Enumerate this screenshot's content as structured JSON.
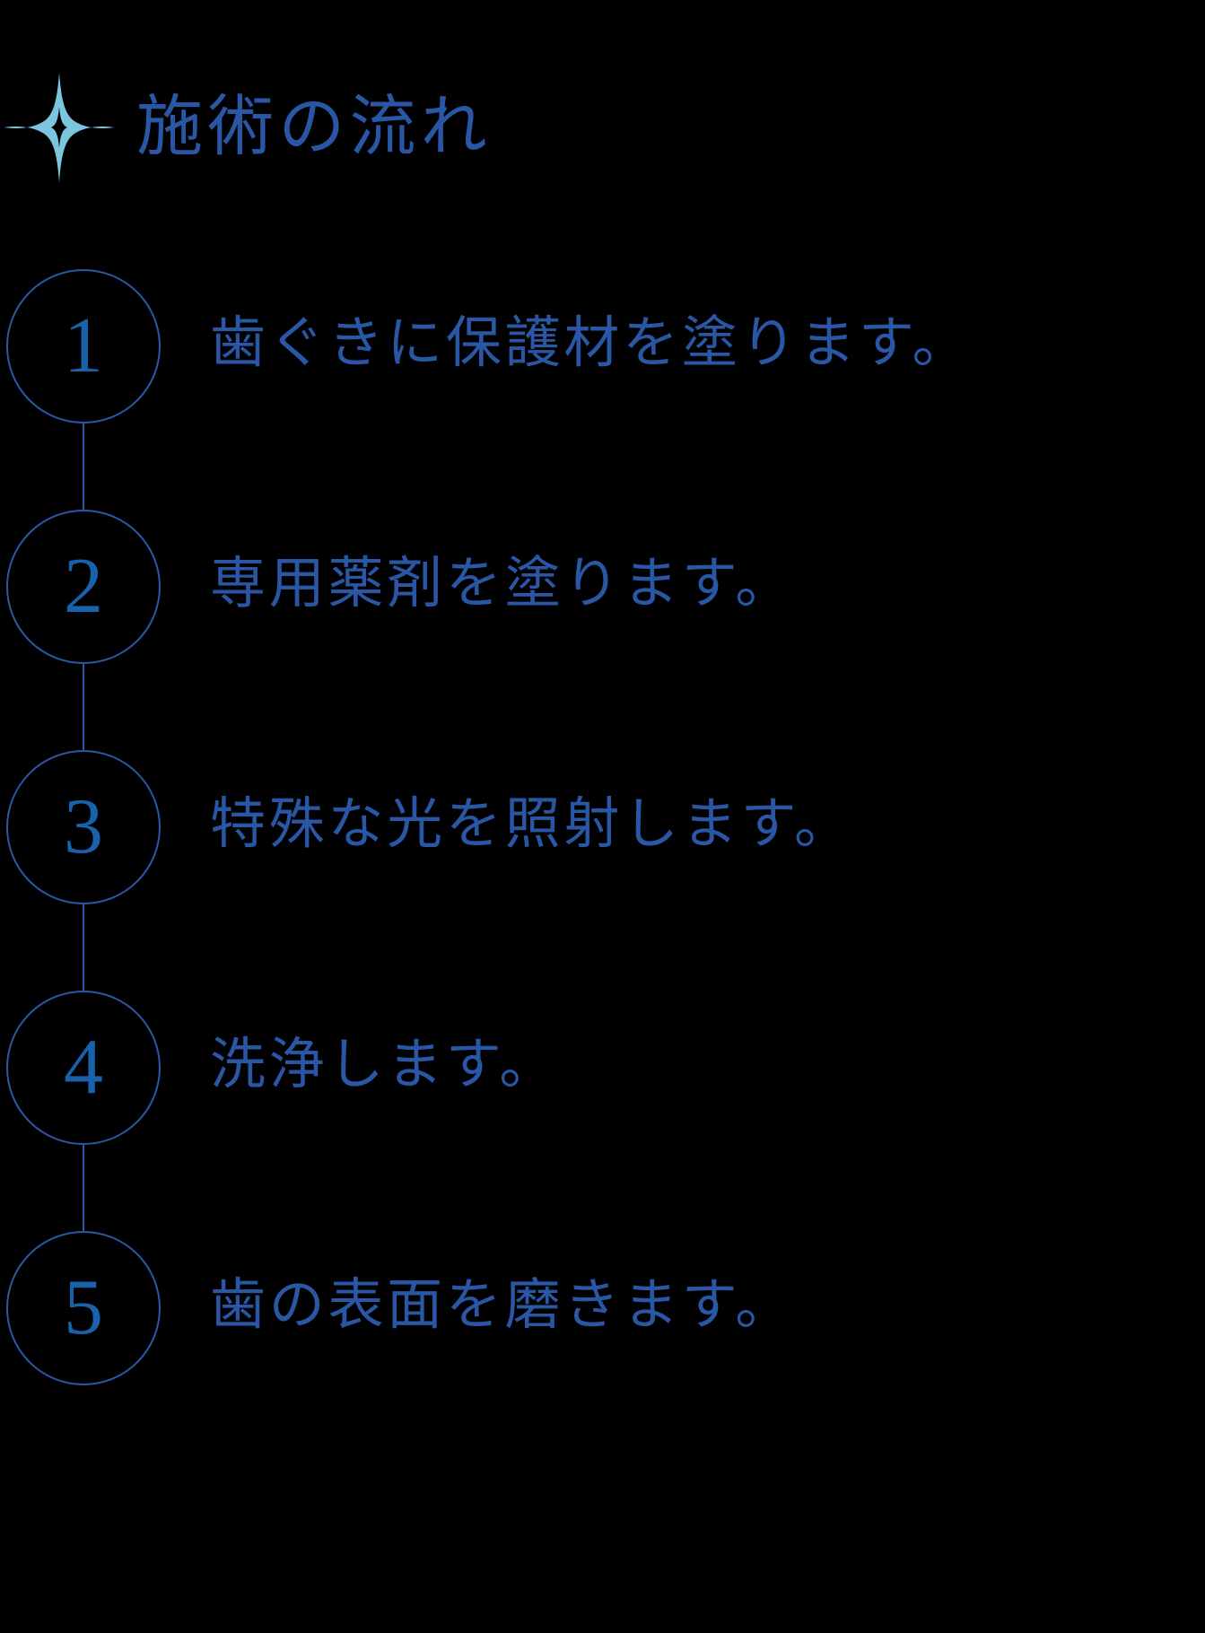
{
  "header": {
    "title": "施術の流れ",
    "icon": "sparkle-icon",
    "icon_color": "#7cc5de",
    "title_color": "#2a57a5"
  },
  "theme": {
    "background": "#000000",
    "accent": "#2a57a5",
    "number_color": "#1862ab",
    "sparkle": "#7cc5de"
  },
  "steps": [
    {
      "number": "1",
      "label": "歯ぐきに保護材を塗ります。"
    },
    {
      "number": "2",
      "label": "専用薬剤を塗ります。"
    },
    {
      "number": "3",
      "label": "特殊な光を照射します。"
    },
    {
      "number": "4",
      "label": "洗浄します。"
    },
    {
      "number": "5",
      "label": "歯の表面を磨きます。"
    }
  ]
}
